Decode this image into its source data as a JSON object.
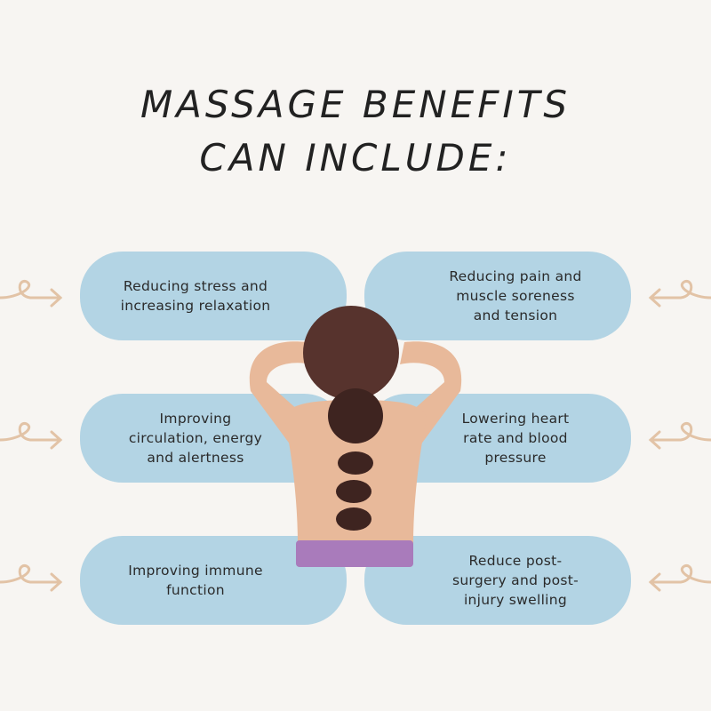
{
  "title": {
    "line1": "MASSAGE BENEFITS",
    "line2": "CAN INCLUDE:"
  },
  "benefits": [
    {
      "text": "Reducing stress and\nincreasing relaxation"
    },
    {
      "text": "Reducing pain and\nmuscle soreness\nand tension"
    },
    {
      "text": "Improving\ncirculation, energy\nand alertness"
    },
    {
      "text": "Lowering heart\nrate and blood\npressure"
    },
    {
      "text": "Improving immune\nfunction"
    },
    {
      "text": "Reduce post-\nsurgery and post-\ninjury swelling"
    }
  ],
  "colors": {
    "background": "#f7f5f2",
    "box": "#b3d4e4",
    "skin": "#e8b99a",
    "hair": "#57332d",
    "stone": "#3e2420",
    "towel": "#a97bbb",
    "arrow": "#e2c3a6"
  }
}
